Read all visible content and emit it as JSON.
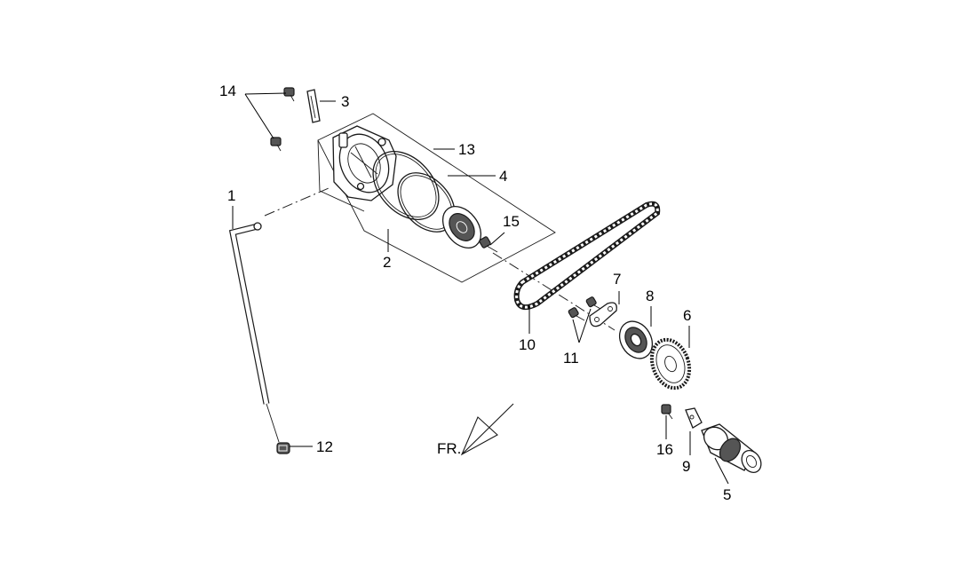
{
  "callouts": {
    "p1": "1",
    "p2": "2",
    "p3": "3",
    "p4": "4",
    "p5": "5",
    "p6": "6",
    "p7": "7",
    "p8": "8",
    "p9": "9",
    "p10": "10",
    "p11": "11",
    "p12": "12",
    "p13": "13",
    "p14": "14",
    "p15": "15",
    "p16": "16"
  },
  "direction_label": "FR."
}
